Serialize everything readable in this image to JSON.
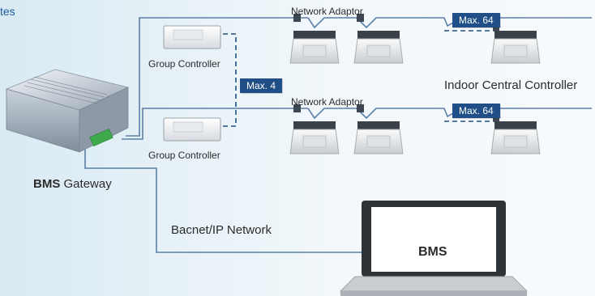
{
  "header": {
    "title_fragment": "tes"
  },
  "labels": {
    "network_adaptor_1": "Network Adaptor",
    "network_adaptor_2": "Network Adaptor",
    "group_controller_1": "Group Controller",
    "group_controller_2": "Group Controller",
    "max_4": "Max. 4",
    "max_64_top": "Max. 64",
    "max_64_bottom": "Max. 64",
    "indoor_central_controller": "Indoor Central Controller",
    "bms_gateway_bold": "BMS",
    "bms_gateway_rest": " Gateway",
    "bacnet_network": "Bacnet/IP Network",
    "laptop_screen_text": "BMS"
  },
  "colors": {
    "line": "#5b7fa8",
    "tag_bg": "#1f4f86",
    "title": "#1d5c9c",
    "background": "#e4f0f7"
  },
  "icons": [
    "bms-gateway-box",
    "group-controller",
    "network-adaptor",
    "cassette-indoor-unit",
    "laptop"
  ]
}
